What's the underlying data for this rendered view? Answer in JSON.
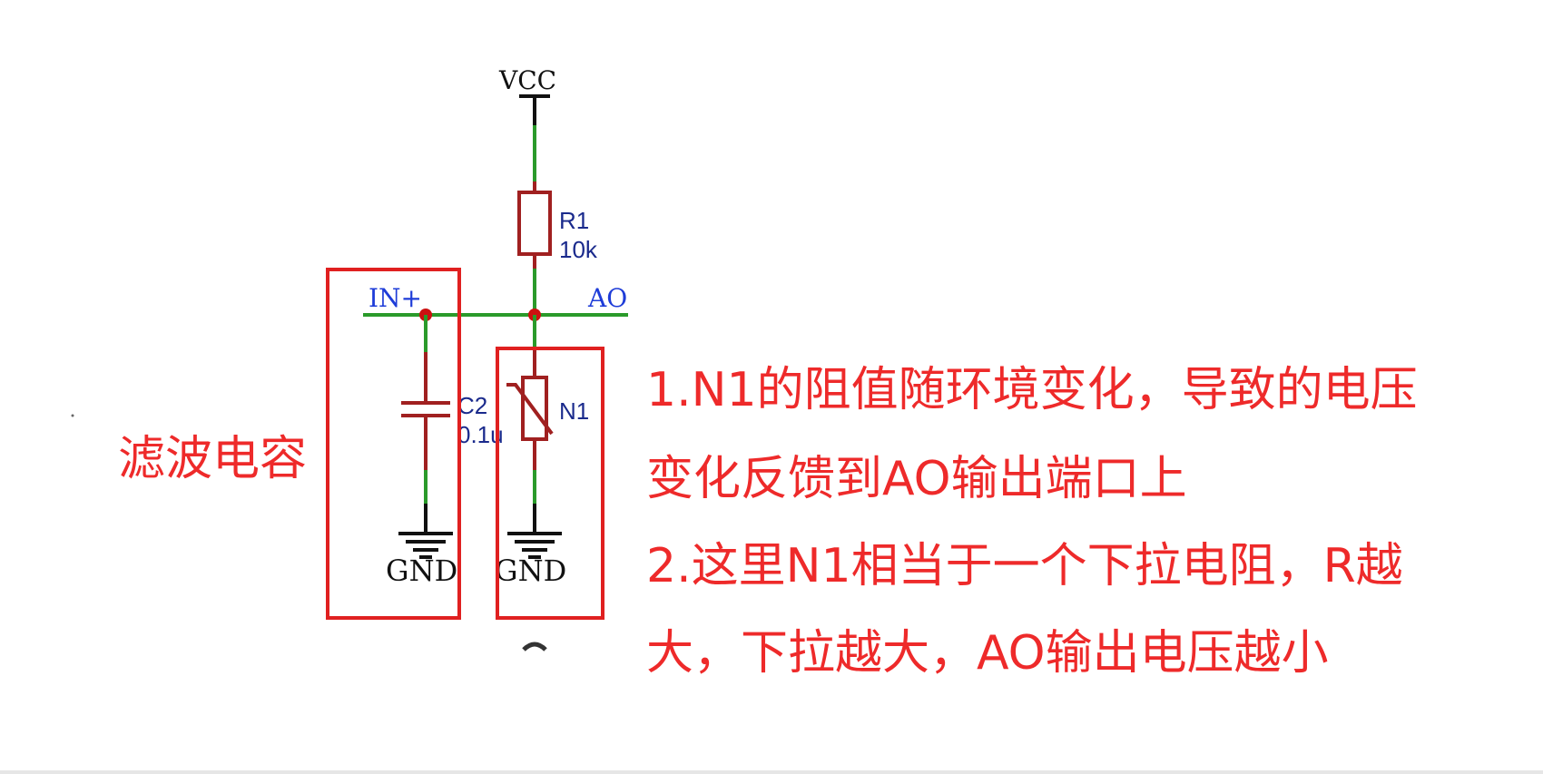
{
  "schematic": {
    "vcc_label": "VCC",
    "r1_ref": "R1",
    "r1_value": "10k",
    "in_plus_label": "IN+",
    "ao_label": "AO",
    "c2_ref": "C2",
    "c2_value": "0.1u",
    "n1_ref": "N1",
    "gnd_label_left": "GND",
    "gnd_label_right": "GND"
  },
  "annotations": {
    "filter_cap": "滤波电容",
    "note_line_1": "1.N1的阻值随环境变化，导致的电压",
    "note_line_2": "变化反馈到AO输出端口上",
    "note_line_3": "2.这里N1相当于一个下拉电阻，R越",
    "note_line_4": "大，下拉越大，AO输出电压越小"
  },
  "colors": {
    "wire": "#2a9a2a",
    "component": "#a02020",
    "junction": "#cc1111",
    "highlight_box": "#e02020",
    "annotation_text": "#ee2a2a",
    "net_label_blue": "#1e3cd8"
  }
}
